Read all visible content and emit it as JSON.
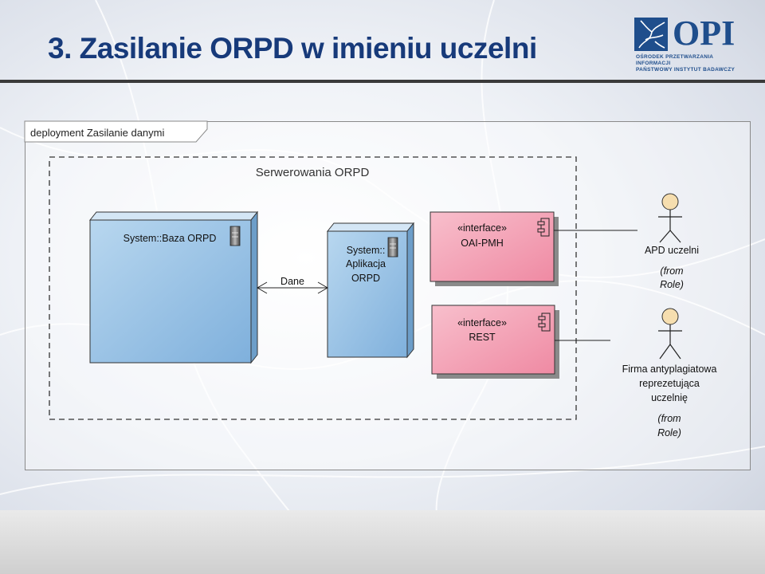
{
  "slide": {
    "title": "3. Zasilanie ORPD w imieniu uczelni"
  },
  "logo": {
    "name": "OPI",
    "subtitle_line1": "OŚRODEK PRZETWARZANIA INFORMACJI",
    "subtitle_line2": "PAŃSTWOWY INSTYTUT BADAWCZY"
  },
  "diagram": {
    "frame_label": "deployment Zasilanie danymi",
    "boundary_label": "Serwerowania ORPD",
    "nodes": {
      "baza": "System::Baza ORPD",
      "aplikacja_line1": "System::",
      "aplikacja_line2": "Aplikacja",
      "aplikacja_line3": "ORPD"
    },
    "connector_label": "Dane",
    "interfaces": {
      "oai_stereotype": "«interface»",
      "oai_name": "OAI-PMH",
      "rest_stereotype": "«interface»",
      "rest_name": "REST"
    },
    "actors": {
      "apd_name": "APD uczelni",
      "apd_from1": "(from",
      "apd_from2": "Role)",
      "firma_line1": "Firma antyplagiatowa",
      "firma_line2": "reprezetująca",
      "firma_line3": "uczelnię",
      "firma_from1": "(from",
      "firma_from2": "Role)"
    }
  },
  "colors": {
    "title": "#173a7a",
    "node_fill": "#9fc6e6",
    "interface_fill": "#f4a3b6",
    "actor_head": "#f6deaf"
  }
}
